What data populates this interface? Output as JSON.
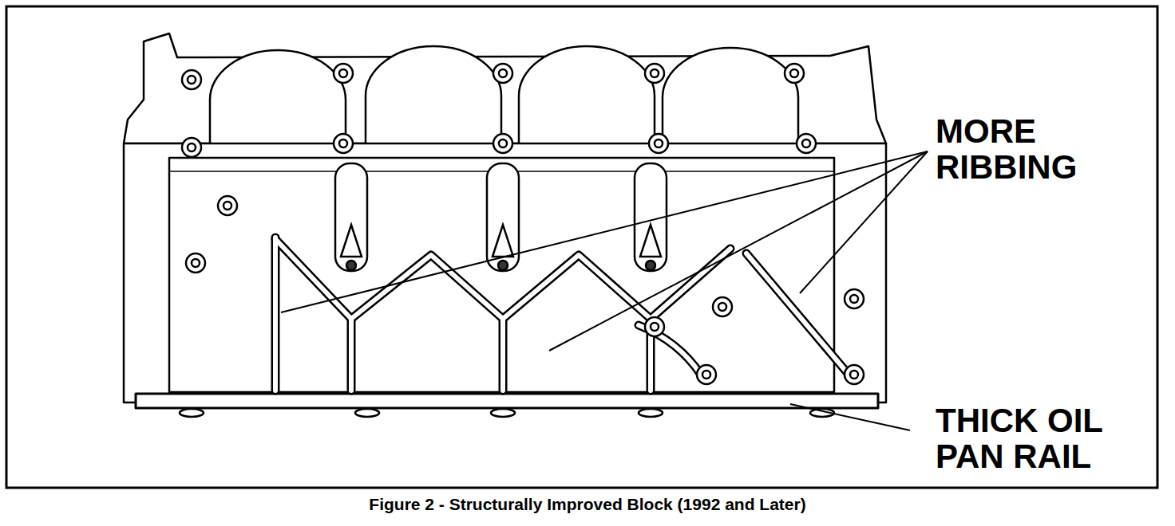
{
  "diagram": {
    "caption": "Figure 2 - Structurally Improved Block (1992 and Later)",
    "labels": [
      "MORE RIBBING",
      "THICK OIL PAN RAIL"
    ]
  }
}
